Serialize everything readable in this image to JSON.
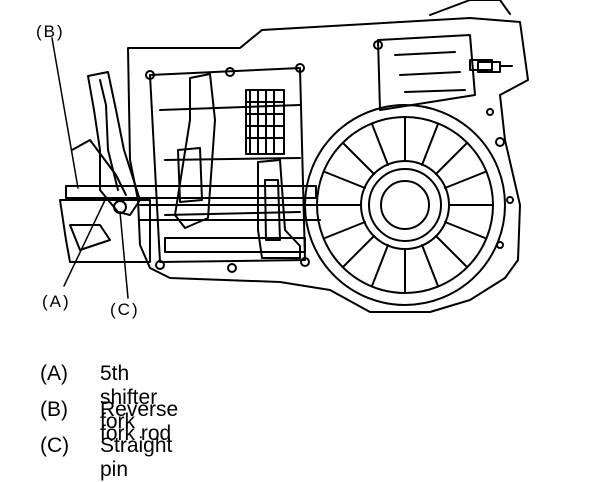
{
  "callouts": {
    "a": "(A)",
    "b": "(B)",
    "c": "(C)"
  },
  "legend": [
    {
      "key": "(A)",
      "text": "5th shifter fork"
    },
    {
      "key": "(B)",
      "text": "Reverse fork rod"
    },
    {
      "key": "(C)",
      "text": "Straight pin"
    }
  ]
}
